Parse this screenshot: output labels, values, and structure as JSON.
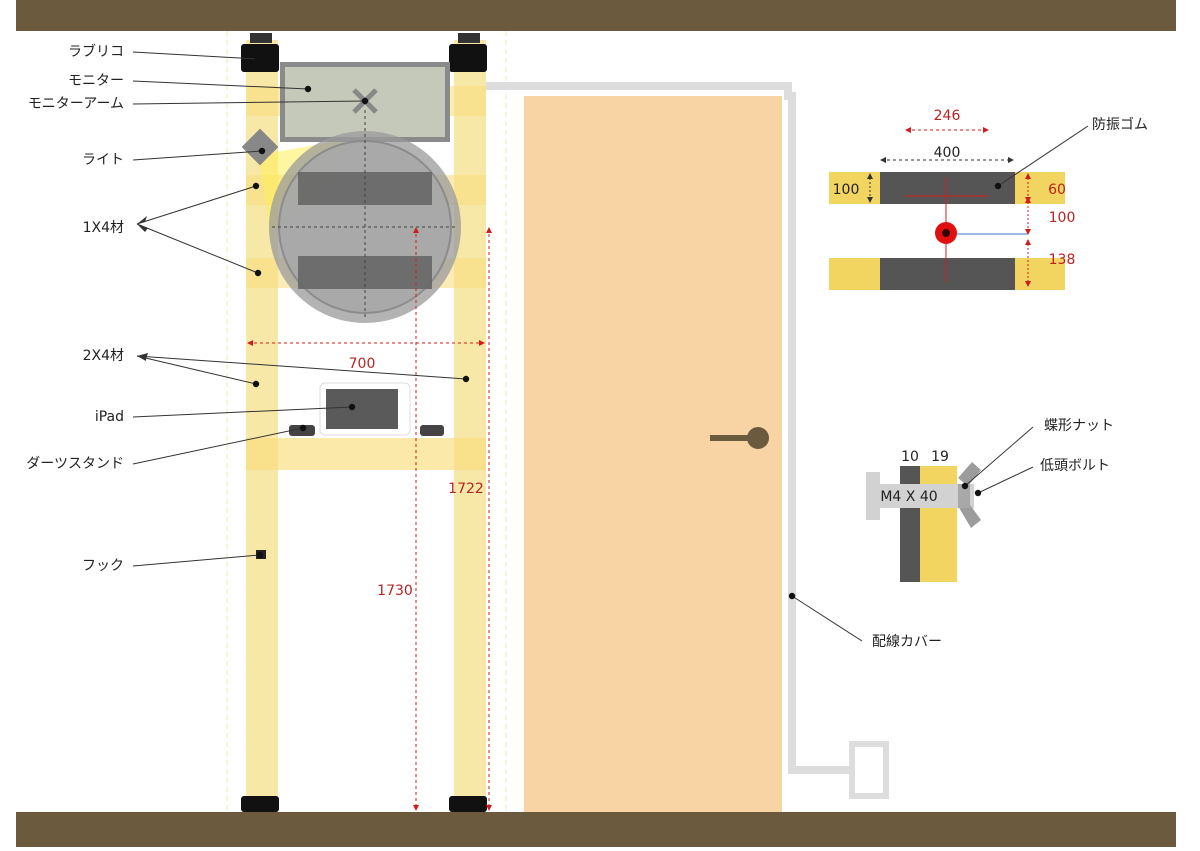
{
  "colors": {
    "floor": "#6b5a3e",
    "wood": "#f8e8a8",
    "wood_band": "#f7dd7a",
    "door": "#f8d3a3",
    "dark": "#5a5a5a",
    "dim": "#d21c1c",
    "cable": "#dddddd"
  },
  "callouts": {
    "labrico": "ラブリコ",
    "monitor": "モニター",
    "monitor_arm": "モニターアーム",
    "light": "ライト",
    "lumber_1x4": "1X4材",
    "lumber_2x4": "2X4材",
    "ipad": "iPad",
    "darts_stand": "ダーツスタンド",
    "hook": "フック",
    "cable_cover": "配線カバー",
    "anti_vibration_rubber": "防振ゴム",
    "wing_nut": "蝶形ナット",
    "low_head_bolt": "低頭ボルト"
  },
  "dimensions": {
    "width_700": "700",
    "height_1722": "1722",
    "height_1730": "1730"
  },
  "rubber_detail": {
    "spacing_246": "246",
    "width_400": "400",
    "board_100": "100",
    "offset_60": "60",
    "offset_100": "100",
    "offset_138": "138"
  },
  "bolt_detail": {
    "thickness_10": "10",
    "thickness_19": "19",
    "bolt_spec": "M4 X 40"
  },
  "icons": {
    "labrico": "labrico-icon",
    "arm_mount": "x-mark-icon",
    "light": "light-icon",
    "hook": "hook-icon",
    "door_handle": "door-handle-icon",
    "bullseye": "bullseye-icon",
    "wing_nut": "wing-nut-icon"
  }
}
